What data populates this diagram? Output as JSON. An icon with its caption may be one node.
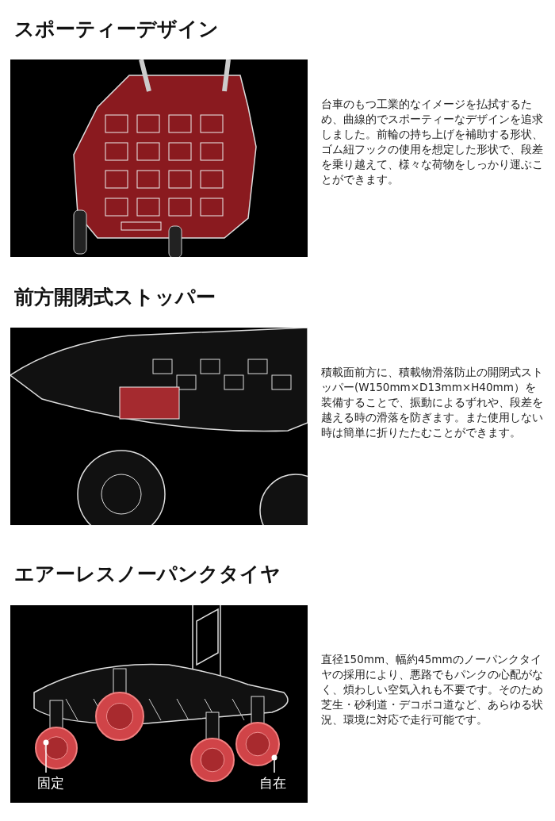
{
  "diagram": {
    "nodes": [
      {
        "text": [
          "固定"
        ]
      },
      {
        "text": [
          "自在"
        ]
      }
    ],
    "edges": [
      {
        "from": 0,
        "to": null,
        "arrow": "other"
      },
      {
        "from": 1,
        "to": null,
        "arrow": "other"
      }
    ],
    "labels": [
      "スポーティーデザイン",
      "台車のもつ工業的なイメージを払拭するため、曲線的でスポーティーなデザインを追求しました。前輪の持ち上げを補助する形状、ゴム紐フックの使用を想定した形状で、段差を乗り越えて、様々な荷物をしっかり運ぶことができます。",
      "前方開閉式ストッパー",
      "積載面前方に、積載物滑落防止の開閉式ストッパー(W150mm×D13mm×H40mm）を装備することで、振動によるずれや、段差を越える時の滑落を防ぎます。また使用しない時は簡単に折りたたむことができます。",
      "エアーレスノーパンクタイヤ",
      "直径150mm、幅約45mmのノーパンクタイヤの採用により、悪路でもパンクの心配がなく、煩わしい空気入れも不要です。そのため芝生・砂利道・デコボコ道など、あらゆる状況、環境に対応で走行可能です。"
    ]
  }
}
